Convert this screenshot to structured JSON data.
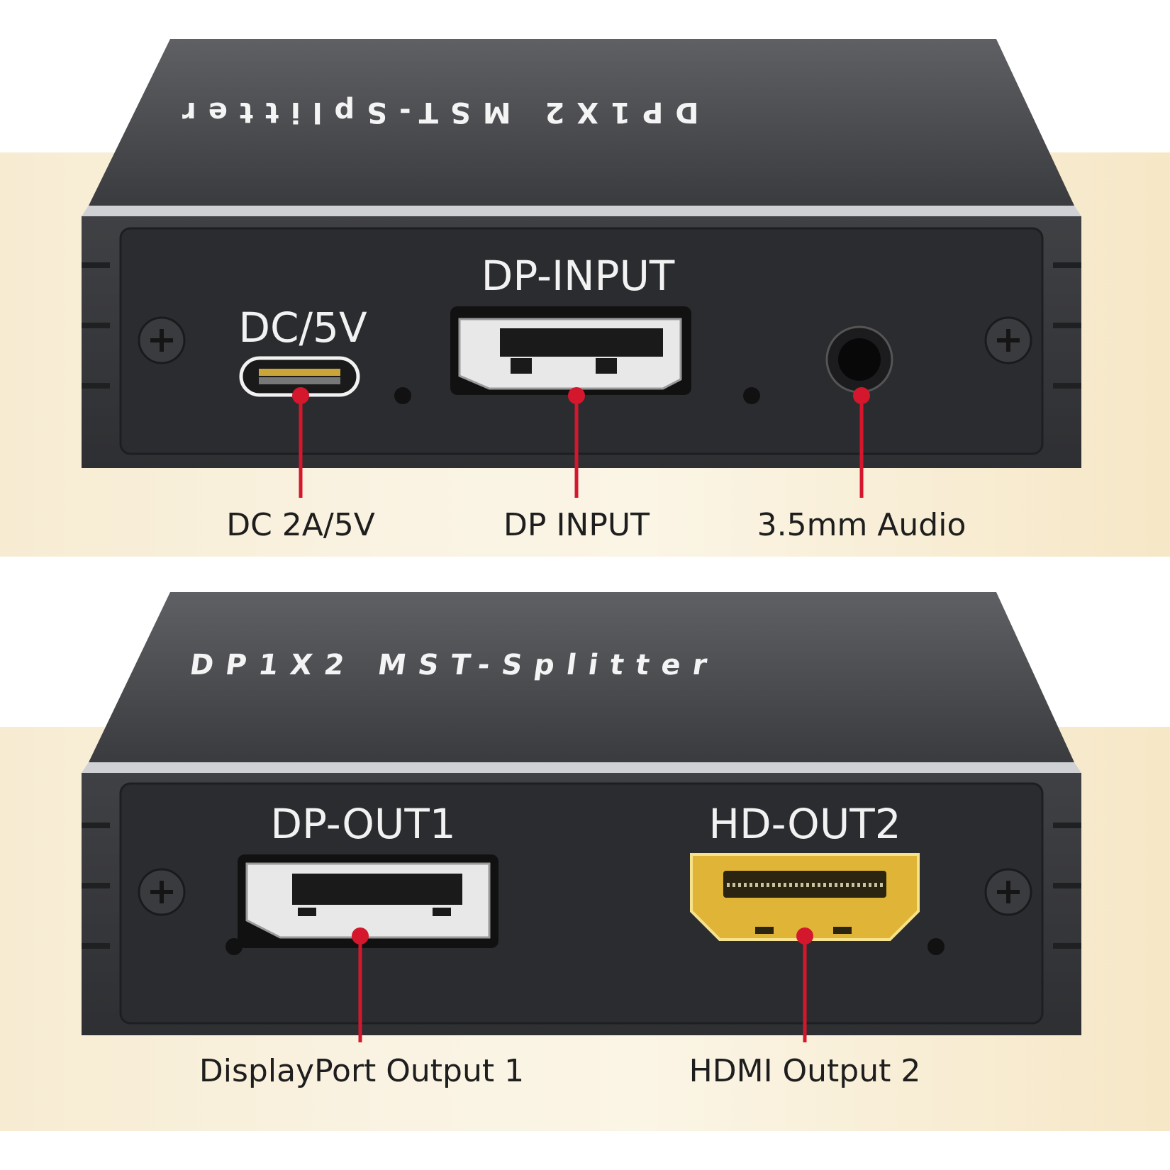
{
  "colors": {
    "background_band": "#f7ecd2",
    "device_body": "#3a3b3e",
    "device_panel": "#2b2c2f",
    "callout_red": "#d4172d",
    "hdmi_gold": "#e0b436"
  },
  "top_device": {
    "brand_text": "DP1X2 MST-Splitter",
    "ports": {
      "dc": {
        "title": "DC/5V",
        "callout": "DC 2A/5V"
      },
      "dp_input": {
        "title": "DP-INPUT",
        "callout": "DP INPUT"
      },
      "audio": {
        "callout": "3.5mm Audio"
      }
    }
  },
  "bottom_device": {
    "brand_text": "DP1X2 MST-Splitter",
    "ports": {
      "dp_out": {
        "title": "DP-OUT1",
        "callout": "DisplayPort Output 1"
      },
      "hd_out": {
        "title": "HD-OUT2",
        "callout": "HDMI Output 2"
      }
    }
  }
}
